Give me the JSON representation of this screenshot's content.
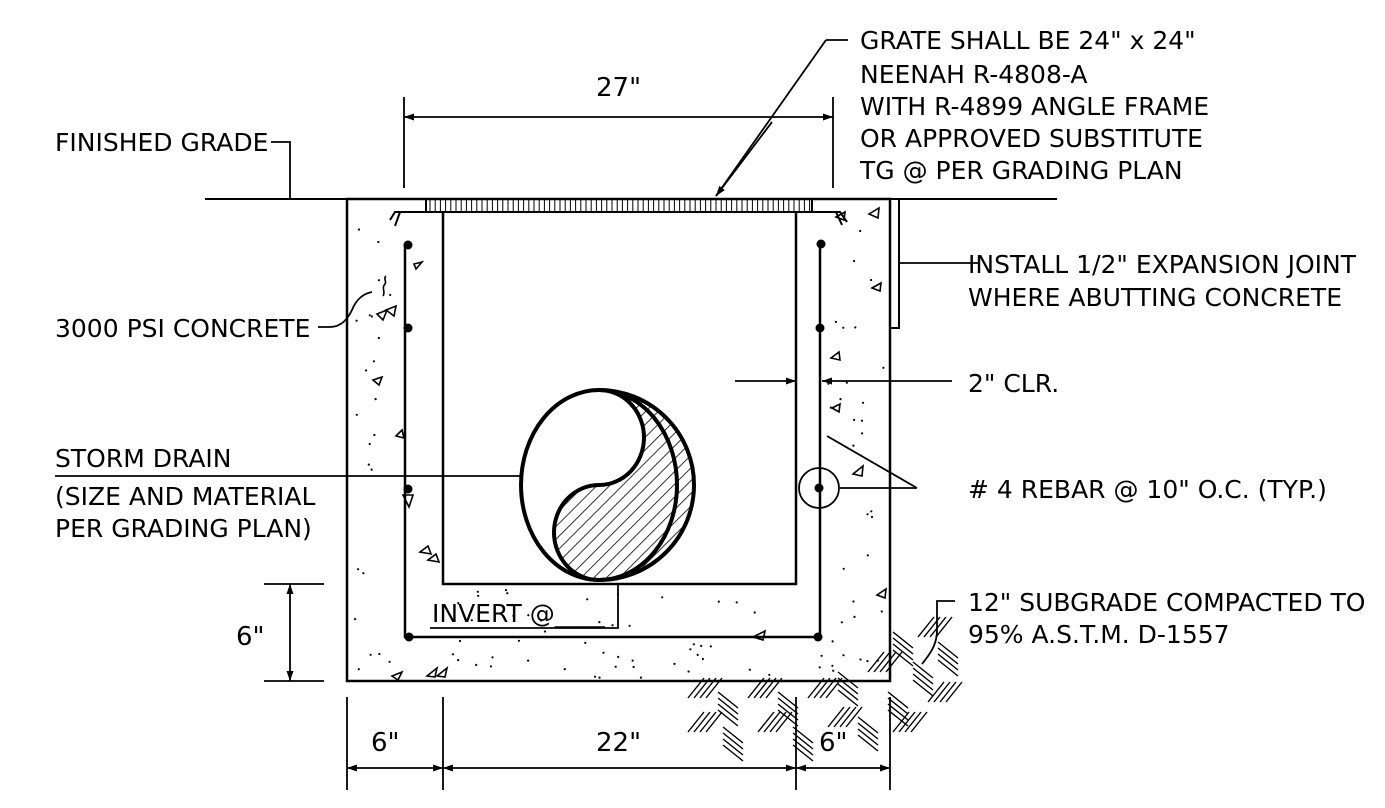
{
  "labels": {
    "grate_note": [
      "GRATE SHALL BE 24\" x 24\"",
      "NEENAH R-4808-A",
      "WITH R-4899 ANGLE FRAME",
      "OR APPROVED SUBSTITUTE",
      "TG @ PER GRADING PLAN"
    ],
    "finished_grade": "FINISHED GRADE",
    "concrete": "3000 PSI CONCRETE",
    "storm_drain": "STORM DRAIN",
    "storm_drain_note": [
      "(SIZE AND MATERIAL",
      "PER GRADING PLAN)"
    ],
    "expansion_joint": [
      "INSTALL 1/2\" EXPANSION JOINT",
      "WHERE ABUTTING CONCRETE"
    ],
    "clearance": "2\" CLR.",
    "rebar": "# 4 REBAR @ 10\" O.C. (TYP.)",
    "subgrade": [
      "12\" SUBGRADE COMPACTED TO",
      "95% A.S.T.M. D-1557"
    ],
    "invert": "INVERT @____"
  },
  "dimensions": {
    "top_width": "27\"",
    "base_thickness": "6\"",
    "left_wall": "6\"",
    "inner_width": "22\"",
    "right_wall": "6\""
  }
}
